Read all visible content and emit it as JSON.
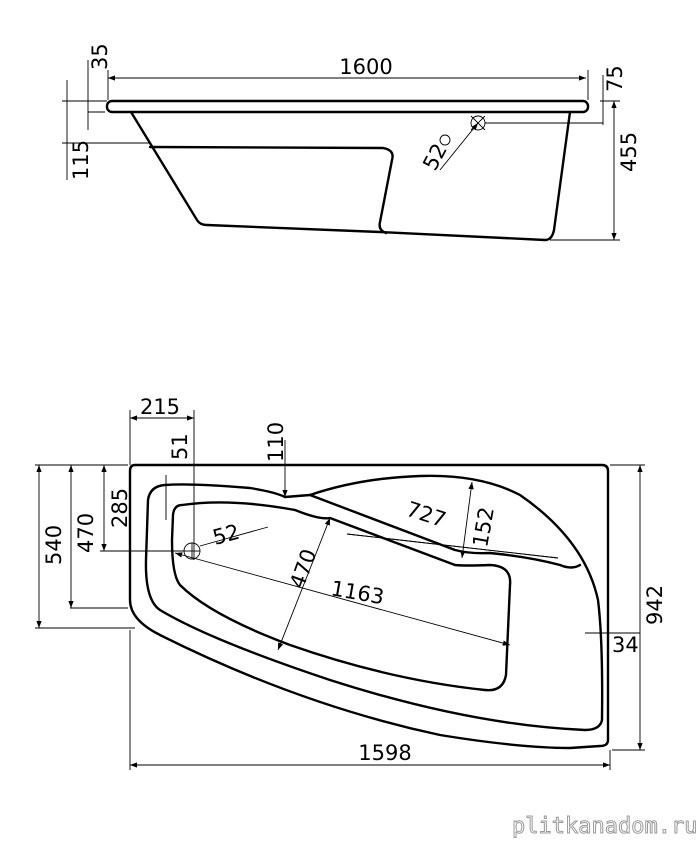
{
  "side_view": {
    "length": "1600",
    "rim_thickness": "35",
    "overflow_offset": "75",
    "height": "455",
    "seat_depth": "115",
    "overflow_diameter": "52"
  },
  "top_view": {
    "drain_offset_x": "215",
    "drain_offset_small": "51",
    "seat_offset": "110",
    "drain_offset_y": "285",
    "basin_width_left": "470",
    "narrow_width": "540",
    "seat_length": "727",
    "seat_width": "152",
    "drain_diameter": "52",
    "basin_width": "470",
    "basin_length": "1163",
    "rim_width": "34",
    "total_width": "942",
    "total_length": "1598"
  },
  "watermark": "plitkanadom.ru"
}
